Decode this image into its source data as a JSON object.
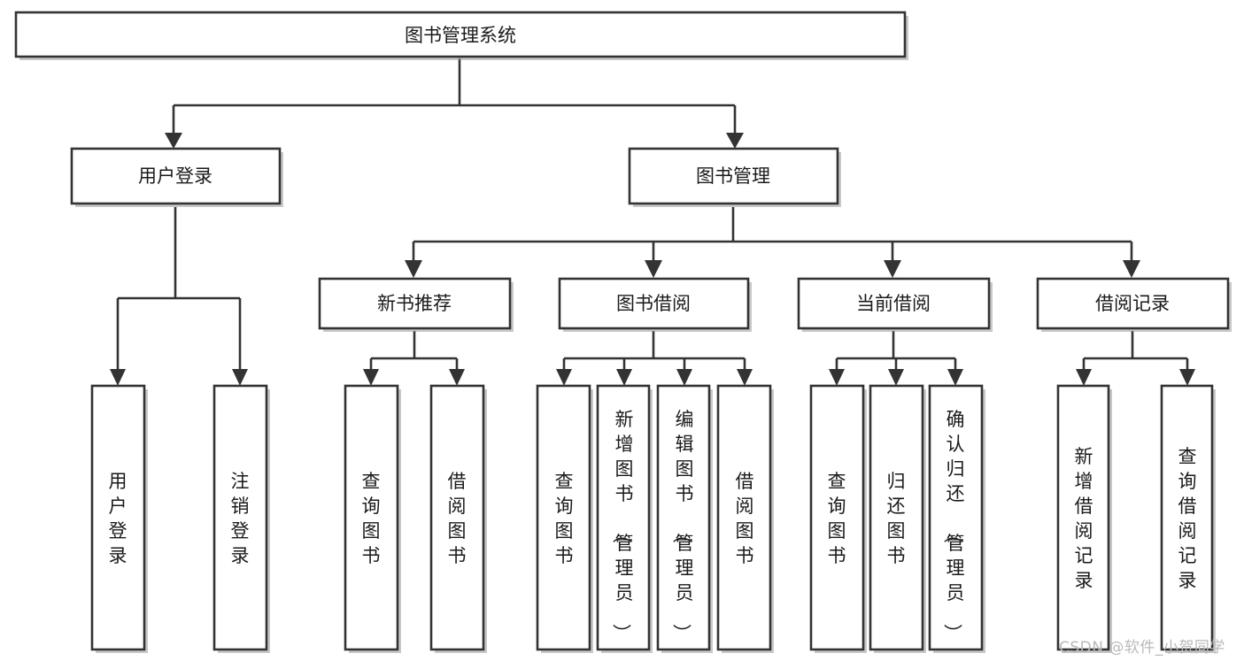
{
  "diagram": {
    "kind": "tree-hierarchy-chart",
    "watermark": "CSDN @软件_小贺同学",
    "colors": {
      "box_fill": "#ffffff",
      "box_stroke": "#333333",
      "connector": "#333333",
      "text": "#1a1a1a",
      "watermark": "#b9b9b9",
      "background": "#ffffff"
    },
    "root": {
      "id": "root",
      "label": "图书管理系统"
    },
    "level2": [
      {
        "id": "user-login",
        "label": "用户登录"
      },
      {
        "id": "book-manage",
        "label": "图书管理"
      }
    ],
    "level3": [
      {
        "id": "new-book-rec",
        "label": "新书推荐",
        "parent": "book-manage"
      },
      {
        "id": "book-borrow",
        "label": "图书借阅",
        "parent": "book-manage"
      },
      {
        "id": "current-borrow",
        "label": "当前借阅",
        "parent": "book-manage"
      },
      {
        "id": "borrow-record",
        "label": "借阅记录",
        "parent": "book-manage"
      }
    ],
    "leaves": [
      {
        "id": "leaf-user-login",
        "label": "用户登录",
        "parent": "user-login"
      },
      {
        "id": "leaf-user-logout",
        "label": "注销登录",
        "parent": "user-login"
      },
      {
        "id": "leaf-rec-query",
        "label": "查询图书",
        "parent": "new-book-rec"
      },
      {
        "id": "leaf-rec-borrow",
        "label": "借阅图书",
        "parent": "new-book-rec"
      },
      {
        "id": "leaf-borrow-query",
        "label": "查询图书",
        "parent": "book-borrow"
      },
      {
        "id": "leaf-borrow-add",
        "label": "新增图书（管理员）",
        "parent": "book-borrow"
      },
      {
        "id": "leaf-borrow-edit",
        "label": "编辑图书（管理员）",
        "parent": "book-borrow"
      },
      {
        "id": "leaf-borrow-lend",
        "label": "借阅图书",
        "parent": "book-borrow"
      },
      {
        "id": "leaf-cur-query",
        "label": "查询图书",
        "parent": "current-borrow"
      },
      {
        "id": "leaf-cur-return",
        "label": "归还图书",
        "parent": "current-borrow"
      },
      {
        "id": "leaf-cur-confirm",
        "label": "确认归还（管理员）",
        "parent": "current-borrow"
      },
      {
        "id": "leaf-rec-add",
        "label": "新增借阅记录",
        "parent": "borrow-record"
      },
      {
        "id": "leaf-rec-search",
        "label": "查询借阅记录",
        "parent": "borrow-record"
      }
    ]
  }
}
